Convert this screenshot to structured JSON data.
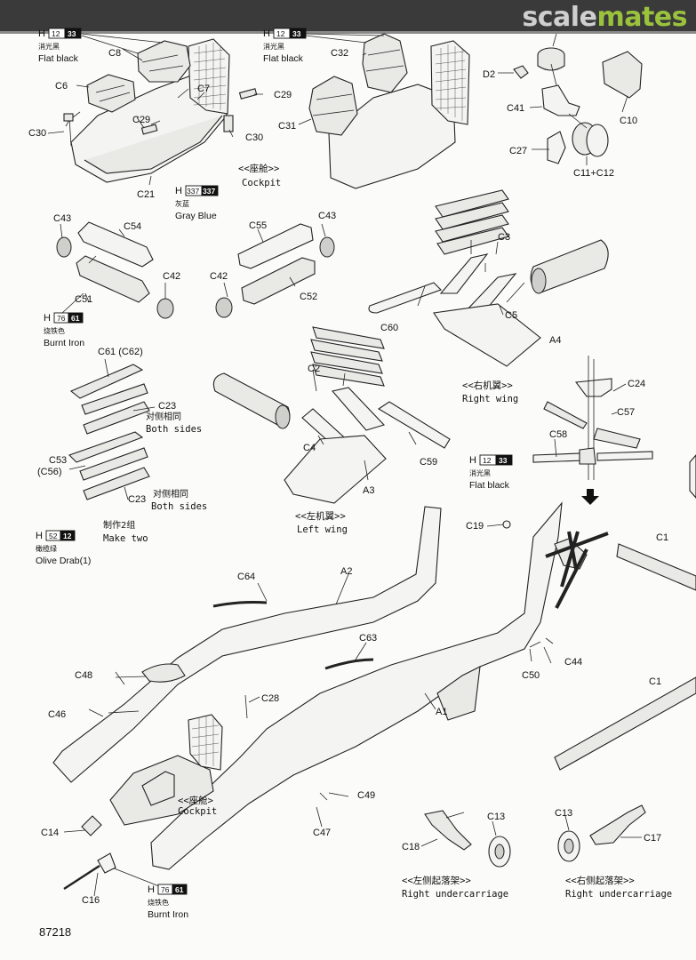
{
  "watermark": {
    "part1": "scale",
    "part2": "mates"
  },
  "page_number": "87218",
  "paints": {
    "flat_black_1": {
      "code": "H",
      "w": "12",
      "b": "33",
      "cn": "消光黑",
      "en": "Flat black"
    },
    "flat_black_2": {
      "code": "H",
      "w": "12",
      "b": "33",
      "cn": "消光黑",
      "en": "Flat black"
    },
    "gray_blue": {
      "code": "H",
      "w": "337",
      "b": "337",
      "cn": "灰蓝",
      "en": "Gray Blue"
    },
    "burnt_iron_1": {
      "code": "H",
      "w": "76",
      "b": "61",
      "cn": "烧铁色",
      "en": "Burnt Iron"
    },
    "olive_drab": {
      "code": "H",
      "w": "52",
      "b": "12",
      "cn": "橄榄绿",
      "en": "Olive Drab(1)"
    },
    "flat_black_3": {
      "code": "H",
      "w": "12",
      "b": "33",
      "cn": "消光黑",
      "en": "Flat black"
    },
    "burnt_iron_2": {
      "code": "H",
      "w": "76",
      "b": "61",
      "cn": "烧铁色",
      "en": "Burnt Iron"
    }
  },
  "captions": {
    "cockpit_top": {
      "cn": "<<座舱>>",
      "en": "Cockpit"
    },
    "cockpit_bottom": {
      "cn": "<<座舱>",
      "en": "Cockpit"
    },
    "right_wing": {
      "cn": "<<右机翼>>",
      "en": "Right wing"
    },
    "left_wing": {
      "cn": "<<左机翼>>",
      "en": "Left wing"
    },
    "left_gear": {
      "cn": "<<左侧起落架>>",
      "en": "Right undercarriage"
    },
    "right_gear": {
      "cn": "<<右侧起落架>>",
      "en": "Right undercarriage"
    },
    "both_sides_1": {
      "cn": "对侧相同",
      "en": "Both sides"
    },
    "both_sides_2": {
      "cn": "对侧相同",
      "en": "Both sides"
    },
    "make_two": {
      "cn": "制作2组",
      "en": "Make two"
    }
  },
  "parts": {
    "C8": "C8",
    "C6": "C6",
    "C7": "C7",
    "C29a": "C29",
    "C29b": "C29",
    "C30a": "C30",
    "C30b": "C30",
    "C21": "C21",
    "C32": "C32",
    "C31": "C31",
    "D2": "D2",
    "C41": "C41",
    "C10": "C10",
    "C27": "C27",
    "C11C12": "C11+C12",
    "C43a": "C43",
    "C54": "C54",
    "C42a": "C42",
    "C51": "C51",
    "C55": "C55",
    "C43b": "C43",
    "C42b": "C42",
    "C52": "C52",
    "C3": "C3",
    "C60": "C60",
    "C5": "C5",
    "A4": "A4",
    "C61": "C61 (C62)",
    "C23a": "C23",
    "C53": "C53",
    "C56": "(C56)",
    "C23b": "C23",
    "C2": "C2",
    "C4": "C4",
    "A3": "A3",
    "C59": "C59",
    "C24": "C24",
    "C57": "C57",
    "C58": "C58",
    "C19": "C19",
    "C1a": "C1",
    "C1b": "C1",
    "C64": "C64",
    "A2": "A2",
    "C63": "C63",
    "C48": "C48",
    "C28": "C28",
    "C46": "C46",
    "C44": "C44",
    "C50": "C50",
    "A1": "A1",
    "C49": "C49",
    "C47": "C47",
    "C14": "C14",
    "C16": "C16",
    "C13a": "C13",
    "C18": "C18",
    "C13b": "C13",
    "C17": "C17"
  }
}
